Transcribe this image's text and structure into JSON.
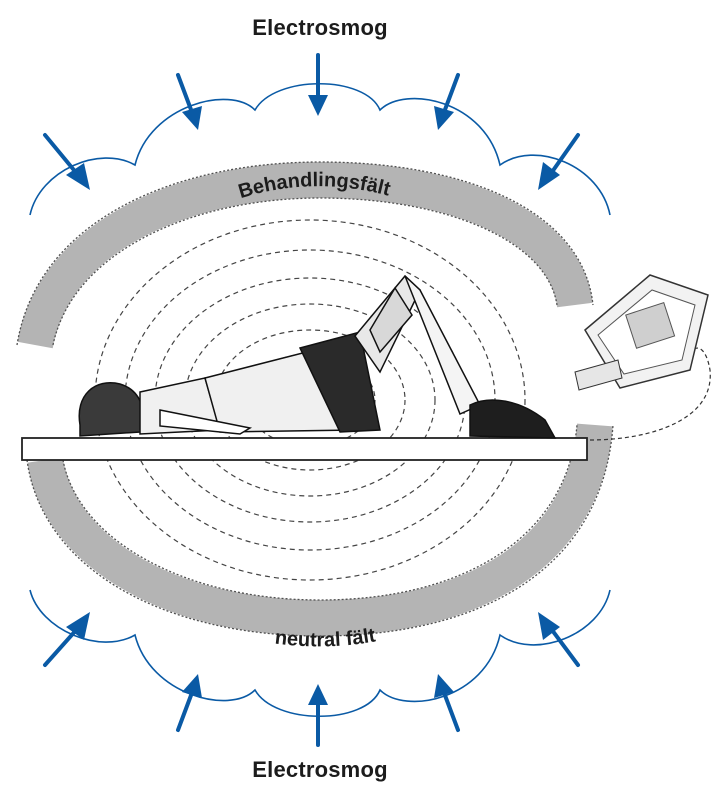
{
  "labels": {
    "top": "Electrosmog",
    "bottom": "Electrosmog",
    "treatment_field": "Behandlingsfält",
    "neutral_field": "neutral fält"
  },
  "colors": {
    "arrow": "#0a5aa5",
    "band": "#b4b4b4"
  },
  "icons": [
    "arrow-icon",
    "person-lying-icon",
    "treatment-device-icon"
  ]
}
